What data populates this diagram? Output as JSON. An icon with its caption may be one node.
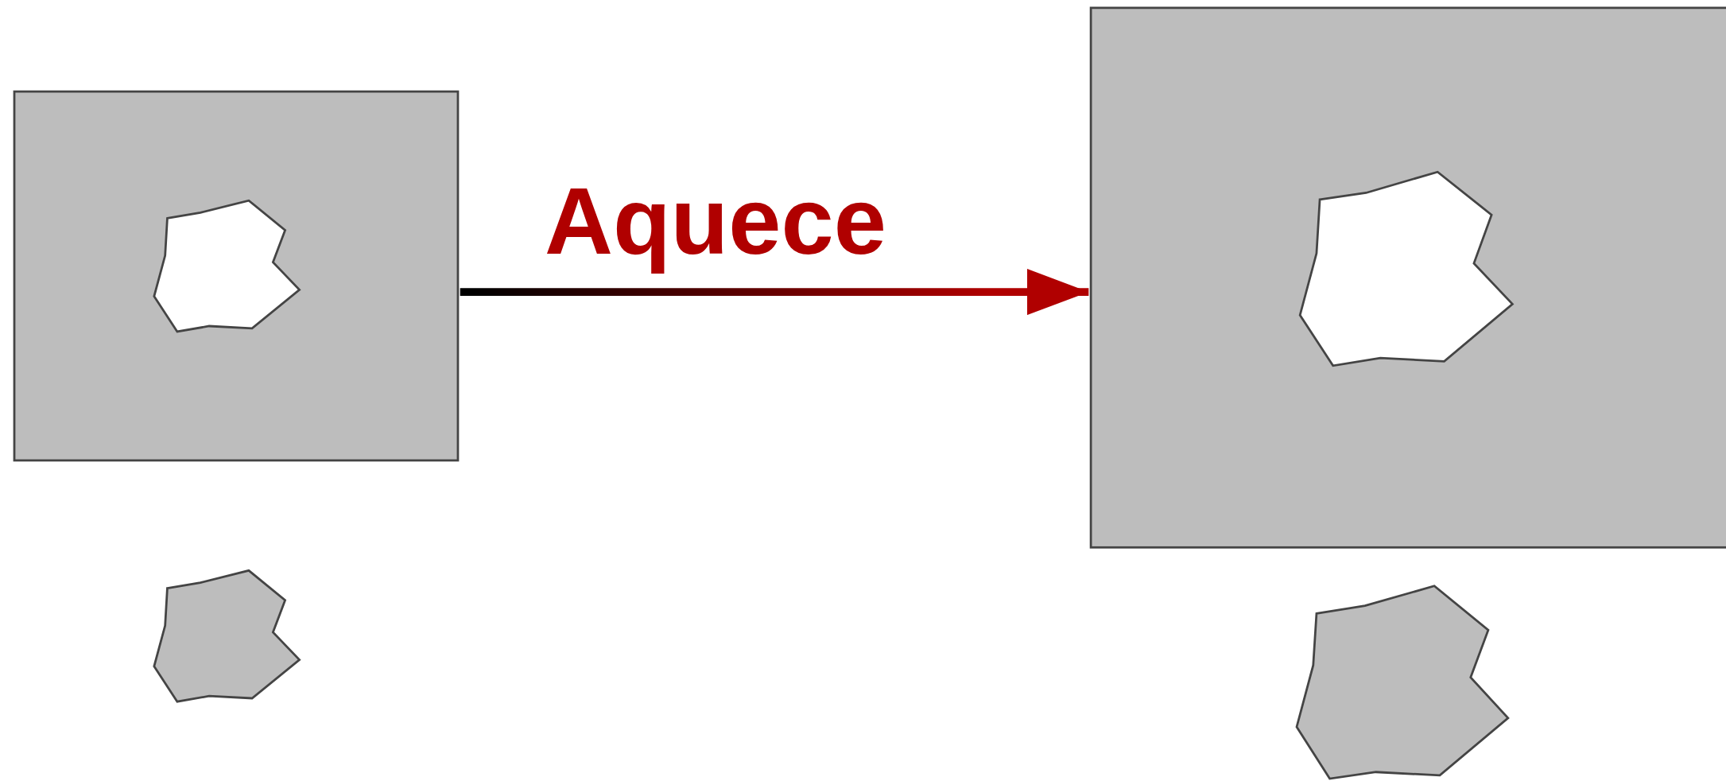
{
  "diagram": {
    "nodes": [
      {
        "text": [],
        "shape": "picture"
      },
      {
        "text": [],
        "shape": "picture"
      }
    ],
    "edges": [
      {
        "from": 0,
        "to": 1,
        "arrow": "to",
        "label": "Aquece"
      }
    ]
  }
}
